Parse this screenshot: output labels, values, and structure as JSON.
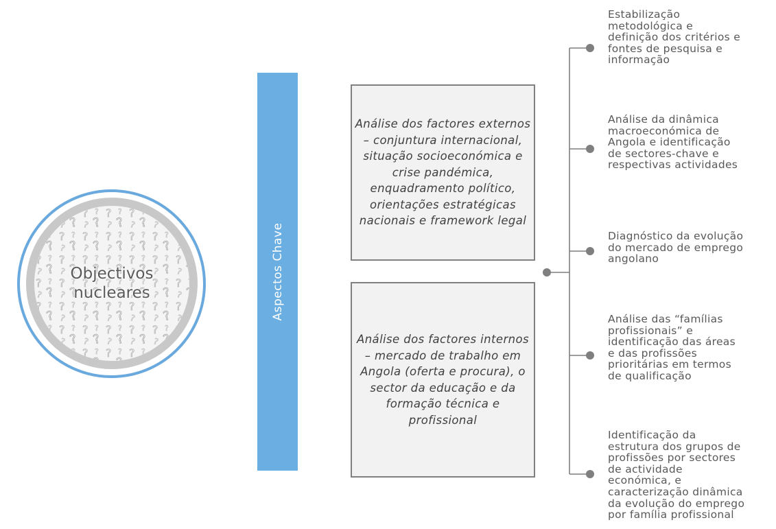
{
  "circle": {
    "label_line1": "Objectivos",
    "label_line2": "nucleares"
  },
  "key_bar": {
    "label": "Aspectos Chave"
  },
  "aspects": [
    {
      "text": "Análise dos factores externos – conjuntura internacional, situação socioeconómica e crise pandémica, enquadramento político, orientações estratégicas nacionais e framework legal"
    },
    {
      "text": "Análise dos factores internos – mercado de trabalho em Angola (oferta e procura), o sector da educação e da formação técnica e profissional"
    }
  ],
  "objectives": [
    {
      "text": "Estabilização\nmetodológica e\ndefinição dos critérios e\nfontes de pesquisa e\ninformação"
    },
    {
      "text": "Análise da dinâmica\nmacroeconómica de\nAngola e identificação\nde sectores-chave e\nrespectivas actividades"
    },
    {
      "text": "Diagnóstico da evolução\ndo mercado de emprego\nangolano"
    },
    {
      "text": "Análise das “famílias\nprofissionais” e\nidentificação das áreas\ne das profissões\nprioritárias em termos\nde qualificação"
    },
    {
      "text": "Identificação da\nestrutura dos grupos de\nprofissões por sectores\nde actividade\neconómica, e\ncaracterização dinâmica\nda evolução do emprego\npor família profissional"
    }
  ],
  "colors": {
    "accent_blue": "#6aaee2",
    "connector_gray": "#7f7f7f",
    "box_fill": "#f2f2f2"
  }
}
